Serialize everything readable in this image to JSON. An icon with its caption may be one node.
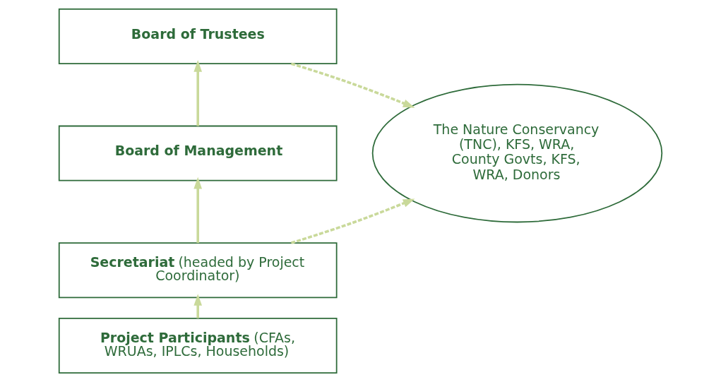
{
  "diagram": {
    "nodes": [
      {
        "text": [
          "**Board of Trustees**"
        ]
      },
      {
        "text": [
          "**Board of Management**"
        ]
      },
      {
        "text": [
          "**Secretariat** (headed by Project Coordinator)"
        ]
      },
      {
        "text": [
          "**Project Participants** (CFAs, WRUAs, IPLCs, Households)"
        ]
      },
      {
        "text": [
          "The Nature Conservancy (TNC), KFS, WRA, County Govts, KFS, WRA, Donors"
        ]
      }
    ],
    "edges": [
      {
        "from": 3,
        "to": 2,
        "arrow": "to"
      },
      {
        "from": 2,
        "to": 1,
        "arrow": "to"
      },
      {
        "from": 1,
        "to": 0,
        "arrow": "to"
      },
      {
        "from": 0,
        "to": 4,
        "arrow": "to",
        "style": "dashed"
      },
      {
        "from": 2,
        "to": 4,
        "arrow": "to",
        "style": "dashed"
      }
    ]
  }
}
